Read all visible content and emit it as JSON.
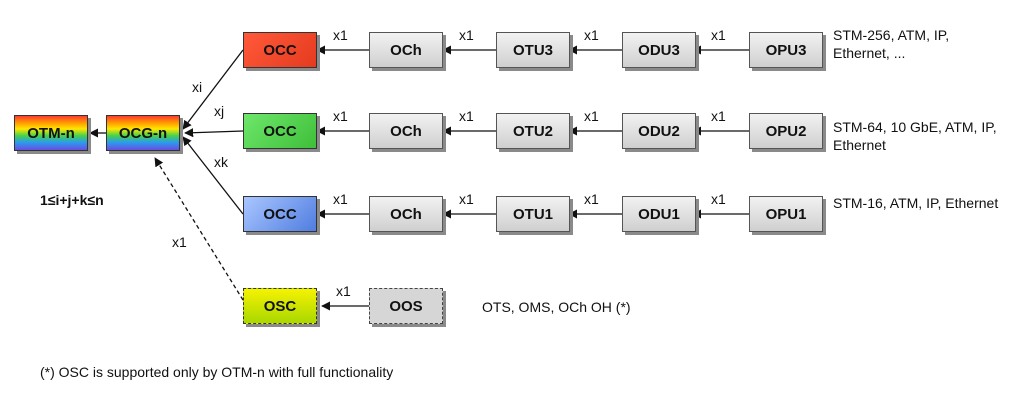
{
  "boxes": {
    "otm": "OTM-n",
    "ocg": "OCG-n",
    "occ": "OCC",
    "och": "OCh",
    "otu3": "OTU3",
    "odu3": "ODU3",
    "opu3": "OPU3",
    "otu2": "OTU2",
    "odu2": "ODU2",
    "opu2": "OPU2",
    "otu1": "OTU1",
    "odu1": "ODU1",
    "opu1": "OPU1",
    "osc": "OSC",
    "oos": "OOS"
  },
  "multiplicity": {
    "x1": "x1",
    "xi": "xi",
    "xj": "xj",
    "xk": "xk"
  },
  "signals": {
    "row3": "STM-256, ATM, IP, Ethernet, ...",
    "row2": "STM-64, 10 GbE, ATM, IP, Ethernet",
    "row1": "STM-16, ATM, IP, Ethernet",
    "oos": "OTS, OMS, OCh OH (*)"
  },
  "constraint": "1≤i+j+k≤n",
  "footnote": "(*) OSC is supported only by OTM-n with full functionality",
  "colors": {
    "occ_red": "#e8452a",
    "occ_green": "#4ccc45",
    "occ_blue": "#6a92ee",
    "osc_yellow": "#e6f000",
    "gray_box": "#d6d6d6"
  }
}
